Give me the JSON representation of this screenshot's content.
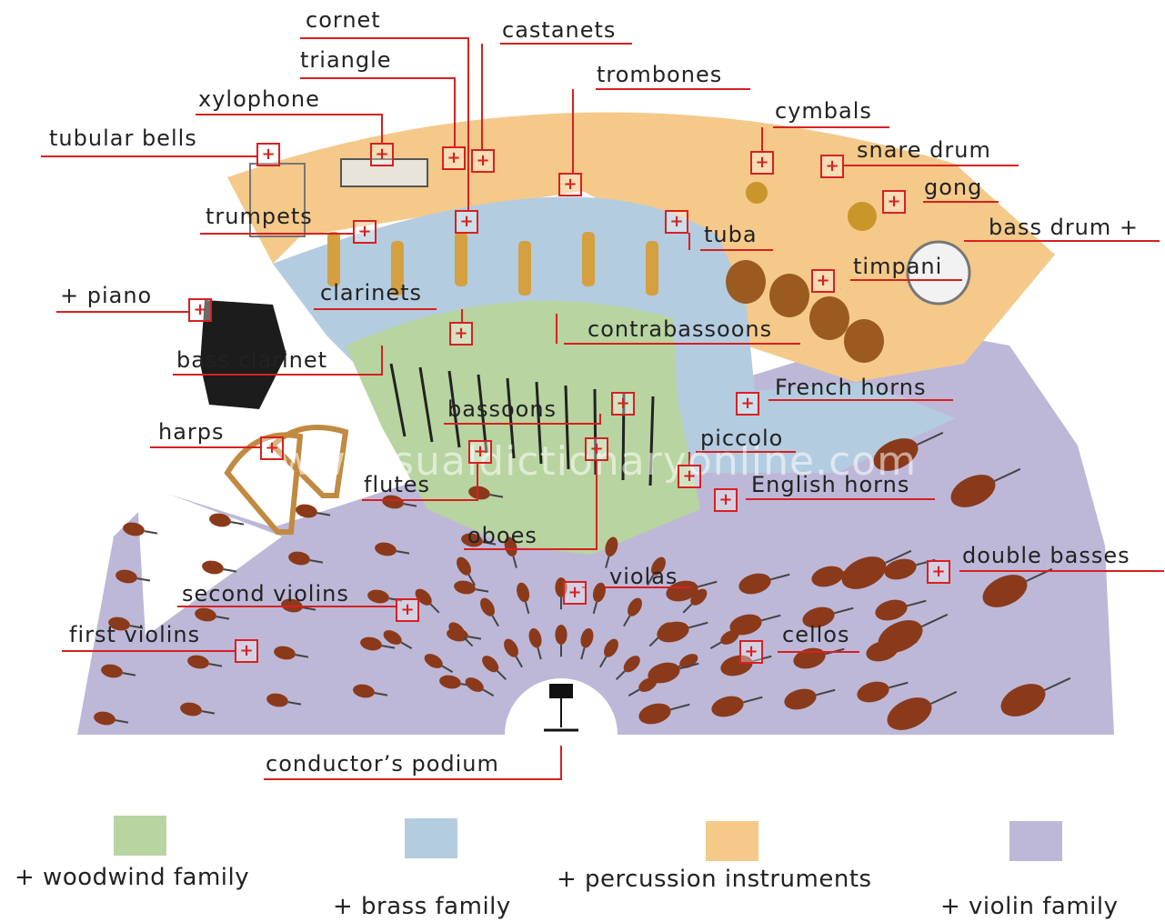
{
  "diagram": {
    "watermark": "www.visualdictionaryonline.com",
    "labels": {
      "cornet": "cornet",
      "castanets": "castanets",
      "triangle": "triangle",
      "trombones": "trombones",
      "xylophone": "xylophone",
      "cymbals": "cymbals",
      "tubular_bells": "tubular bells",
      "snare_drum": "snare drum",
      "gong": "gong",
      "trumpets": "trumpets",
      "bass_drum": "bass drum +",
      "tuba": "tuba",
      "timpani": "timpani",
      "piano": "+ piano",
      "clarinets": "clarinets",
      "contrabassoons": "contrabassoons",
      "bass_clarinet": "bass clarinet",
      "french_horns": "French horns",
      "bassoons": "bassoons",
      "harps": "harps",
      "piccolo": "piccolo",
      "flutes": "flutes",
      "english_horns": "English horns",
      "oboes": "oboes",
      "double_basses": "double basses",
      "violas": "violas",
      "second_violins": "second violins",
      "cellos": "cellos",
      "first_violins": "first violins",
      "conductors_podium": "conductor’s podium"
    },
    "plus_symbol": "+",
    "section_colors": {
      "woodwind": "#b8d4a0",
      "brass": "#b4cce0",
      "percussion": "#f5c98a",
      "violin": "#bdb8d8"
    }
  },
  "legend": [
    {
      "label": "+ woodwind family",
      "color": "#b8d4a0"
    },
    {
      "label": "+ brass family",
      "color": "#b4cce0"
    },
    {
      "label": "+ percussion instruments",
      "color": "#f5c98a"
    },
    {
      "label": "+ violin family",
      "color": "#bdb8d8"
    }
  ]
}
